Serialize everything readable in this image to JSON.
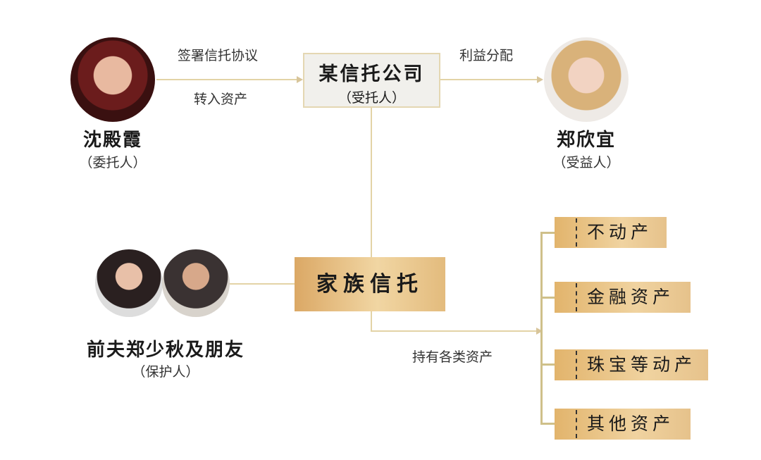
{
  "settlor": {
    "name": "沈殿霞",
    "role": "（委托人）"
  },
  "trustee": {
    "name": "某信托公司",
    "role": "（受托人）"
  },
  "beneficiary": {
    "name": "郑欣宜",
    "role": "（受益人）"
  },
  "protector": {
    "name": "前夫郑少秋及朋友",
    "role": "（保护人）"
  },
  "trust": {
    "name": "家族信托"
  },
  "edges": {
    "sign": "签署信托协议",
    "transfer": "转入资产",
    "distribute": "利益分配",
    "hold": "持有各类资产"
  },
  "assets": [
    "不动产",
    "金融资产",
    "珠宝等动产",
    "其他资产"
  ],
  "colors": {
    "line": "#e3d3a6",
    "gold": "#e6bd7c"
  }
}
